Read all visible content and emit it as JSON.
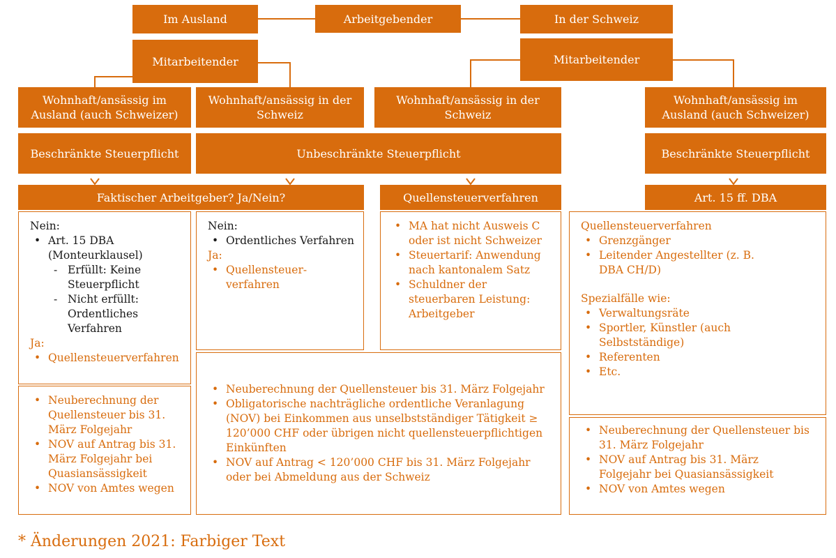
{
  "top": {
    "left": "Im Ausland",
    "center": "Arbeitgebender",
    "right": "In der Schweiz"
  },
  "employee": {
    "left": "Mitarbeitender",
    "right": "Mitarbeitender"
  },
  "residence": {
    "col1": "Wohnhaft/ansässig im Ausland (auch Schweizer)",
    "col2": "Wohnhaft/ansässig in der Schweiz",
    "col3": "Wohnhaft/ansässig in der Schweiz",
    "col4": "Wohnhaft/ansässig im Ausland (auch Schweizer)"
  },
  "liability": {
    "col1": "Beschränkte Steuerpflicht",
    "center": "Unbeschränkte Steuerpflicht",
    "col4": "Beschränkte Steuerpflicht"
  },
  "procedure": {
    "left": "Faktischer Arbeitgeber? Ja/Nein?",
    "mid": "Quellensteuerverfahren",
    "right": "Art. 15 ff. DBA"
  },
  "box1": {
    "nein": "Nein:",
    "item1": "Art. 15 DBA (Monteurklausel)",
    "sub1": "Erfüllt: Keine Steuerpflicht",
    "sub2": "Nicht erfüllt: Ordentliches Verfahren",
    "ja": "Ja:",
    "item2": "Quellensteuerverfahren"
  },
  "box2": {
    "nein": "Nein:",
    "item1": "Ordentliches Verfahren",
    "ja": "Ja:",
    "item2": "Quellensteuer-verfahren"
  },
  "box3": {
    "items": [
      "MA hat nicht Ausweis C oder ist nicht Schweizer",
      "Steuertarif: Anwendung nach kantonalem Satz",
      "Schuldner der steuerbaren Leistung: Arbeitgeber"
    ]
  },
  "box4": {
    "heading1": "Quellensteuerverfahren",
    "items1": [
      "Grenzgänger",
      "Leitender Angestellter (z. B. DBA CH/D)"
    ],
    "heading2": "Spezialfälle wie:",
    "items2": [
      "Verwaltungsräte",
      "Sportler, Künstler (auch Selbstständige)",
      "Referenten",
      "Etc."
    ]
  },
  "box5": {
    "items": [
      "Neuberechnung der Quellensteuer bis 31. März Folgejahr",
      "NOV auf Antrag bis 31. März Folgejahr bei Quasiansässigkeit",
      "NOV von Amtes wegen"
    ]
  },
  "box6": {
    "items": [
      "Neuberechnung der Quellensteuer bis 31. März Folgejahr",
      "Obligatorische nachträgliche ordentliche Veranlagung (NOV) bei Einkommen aus unselbstständiger Tätigkeit ≥ 120’000 CHF oder übrigen nicht quellensteuerpflichtigen Einkünften",
      "NOV auf Antrag < 120’000 CHF bis 31. März Folgejahr oder bei Abmeldung aus der Schweiz"
    ]
  },
  "box7": {
    "items": [
      "Neuberechnung der Quellensteuer bis 31. März Folgejahr",
      "NOV auf Antrag bis 31. März Folgejahr bei Quasiansässigkeit",
      "NOV von Amtes wegen"
    ]
  },
  "footnote": "* Änderungen 2021: Farbiger Text",
  "colors": {
    "accent": "#d86c0d"
  }
}
